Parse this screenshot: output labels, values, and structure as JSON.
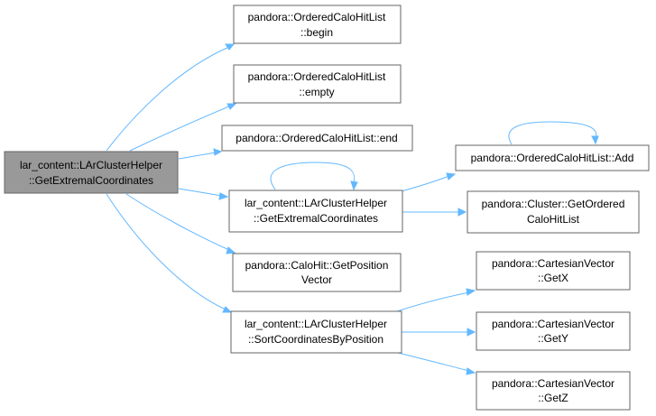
{
  "colors": {
    "edge": "#63b8ff",
    "node_border": "#666666",
    "root_fill": "#999999",
    "node_fill": "#ffffff"
  },
  "nodes": {
    "root": {
      "line1": "lar_content::LArClusterHelper",
      "line2": "::GetExtremalCoordinates"
    },
    "begin": {
      "line1": "pandora::OrderedCaloHitList",
      "line2": "::begin"
    },
    "empty": {
      "line1": "pandora::OrderedCaloHitList",
      "line2": "::empty"
    },
    "end": {
      "line1": "pandora::OrderedCaloHitList::end"
    },
    "get_extremal": {
      "line1": "lar_content::LArClusterHelper",
      "line2": "::GetExtremalCoordinates"
    },
    "add": {
      "line1": "pandora::OrderedCaloHitList::Add"
    },
    "get_ordered": {
      "line1": "pandora::Cluster::GetOrdered",
      "line2": "CaloHitList"
    },
    "get_position": {
      "line1": "pandora::CaloHit::GetPosition",
      "line2": "Vector"
    },
    "sort_coords": {
      "line1": "lar_content::LArClusterHelper",
      "line2": "::SortCoordinatesByPosition"
    },
    "get_x": {
      "line1": "pandora::CartesianVector",
      "line2": "::GetX"
    },
    "get_y": {
      "line1": "pandora::CartesianVector",
      "line2": "::GetY"
    },
    "get_z": {
      "line1": "pandora::CartesianVector",
      "line2": "::GetZ"
    }
  }
}
